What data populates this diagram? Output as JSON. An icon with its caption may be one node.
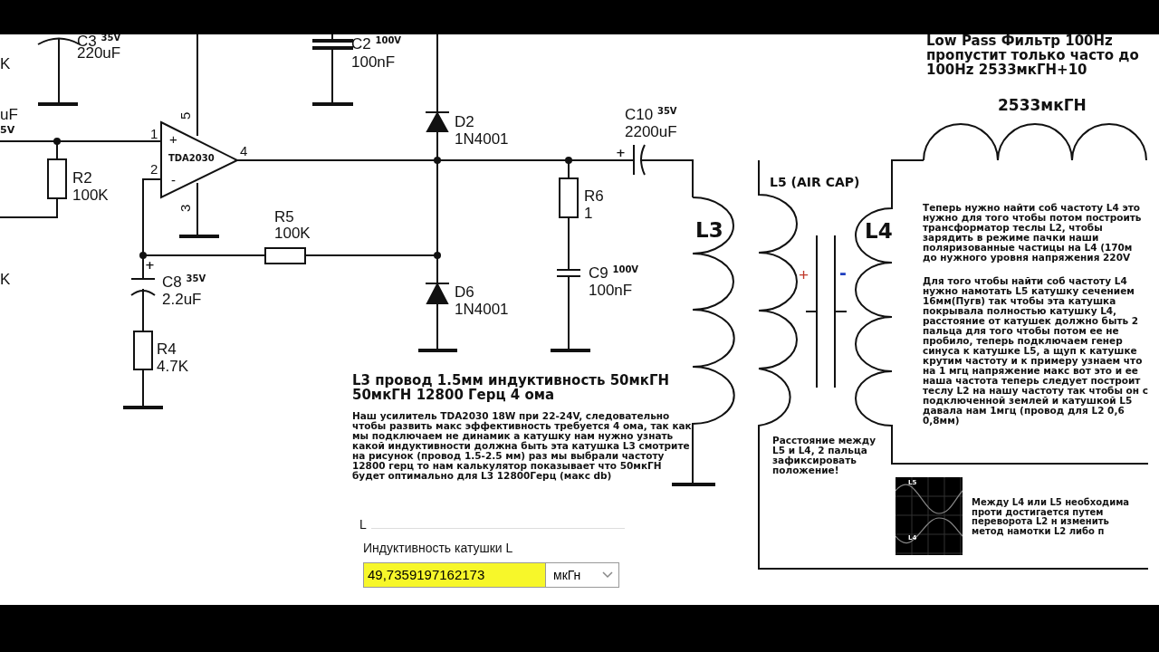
{
  "diagram": {
    "labels": [
      "C3 $^{35V}$",
      "220uF",
      "K",
      "C2 $^{100V}$",
      "100nF",
      "Low Pass Фильтр 100Hz пропустит только часто до 100Hz 2533мкГН+10",
      "uF",
      "5V",
      "5",
      "1",
      "+",
      "TDA2030",
      "4",
      "2",
      "-",
      "3",
      "R2",
      "100K",
      "D2",
      "1N4001",
      "C10 $^{35V}$",
      "2200uF",
      "+",
      "2533мкГН",
      "R6",
      "1",
      "L5 (AIR CAP)",
      "L3",
      "L4",
      "R5",
      "100K",
      "+",
      "C8 $^{35V}$",
      "2.2uF",
      "D6",
      "1N4001",
      "C9 $^{100V}$",
      "100nF",
      "K",
      "+",
      "-",
      "Теперь нужно найти соб частоту L4 это нужно для того чтобы потом построить трансформатор теслы L2, чтобы зарядить в режиме пачки наши поляризованные частицы на L4 (170м до нужного уровня напряжения 220V",
      "Для того чтобы найти соб частоту L4 нужно намотать L5 катушку сечением 16мм(Пугв) так чтобы эта катушка покрывала полностью катушку L4, расстояние от катушек должно быть 2 пальца для того чтобы потом ее не пробило, теперь подключаем генер синуса к катушке L5, а щуп к катушке крутим частоту и к примеру узнаем что на 1 мгц напряжение макс вот это и ее наша частота теперь следует построит теслу L2 на нашу частоту так чтобы он с подключенной землей и катушкой L5 давала нам 1мгц (провод для L2 0,6 0,8мм)",
      "R4",
      "4.7K",
      "L3 провод 1.5мм индуктивность 50мкГН 50мкГН 12800 Герц 4 ома",
      "Наш усилитель TDA2030 18W при 22-24V, следовательно чтобы развить макс эффективность требуется 4 ома, так как мы подключаем не динамик а катушку нам нужно узнать какой индуктивности должна быть эта катушка L3 смотрите на рисунок (провод 1.5-2.5 мм) раз мы выбрали частоту 12800 герц то нам калькулятор показывает что 50мкГН будет оптимально для L3 12800Герц (макс db)",
      "Расстояние между L5 и L4, 2 пальца зафиксировать положение!",
      "L5",
      "L4",
      "Между L4 или L5 необходима проти достигается путем переворота L2 н изменить метод намотки L2 либо п",
      "L",
      "Индуктивность катушки L",
      "49,7359197162173",
      "мкГн"
    ]
  }
}
